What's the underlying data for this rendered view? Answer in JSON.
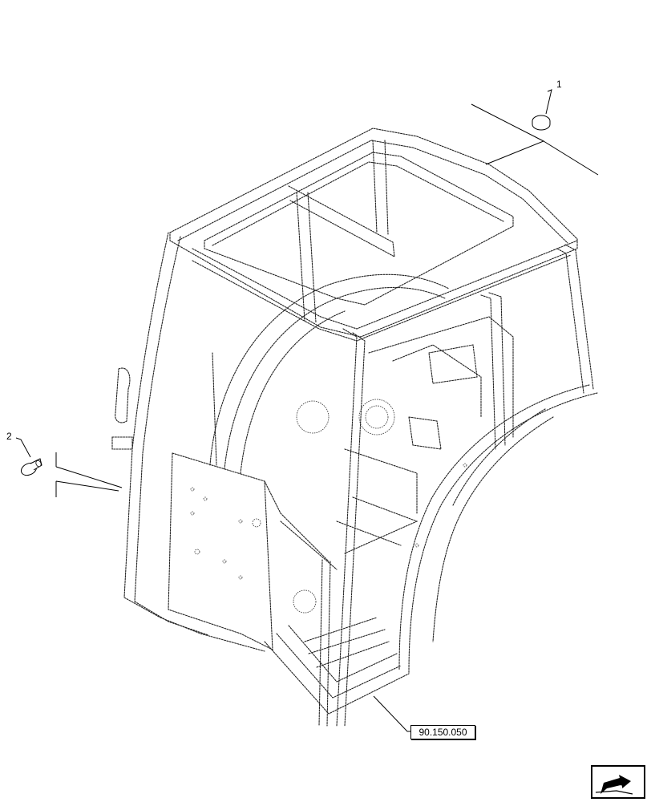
{
  "callouts": [
    {
      "number": "1"
    },
    {
      "number": "2"
    }
  ],
  "reference_label": "90.150.050",
  "icons": {
    "part_1": "plug-icon",
    "part_2": "push-rivet-icon",
    "navigation": "arrow-back-icon"
  },
  "colors": {
    "line": "#222222",
    "background": "#ffffff"
  }
}
